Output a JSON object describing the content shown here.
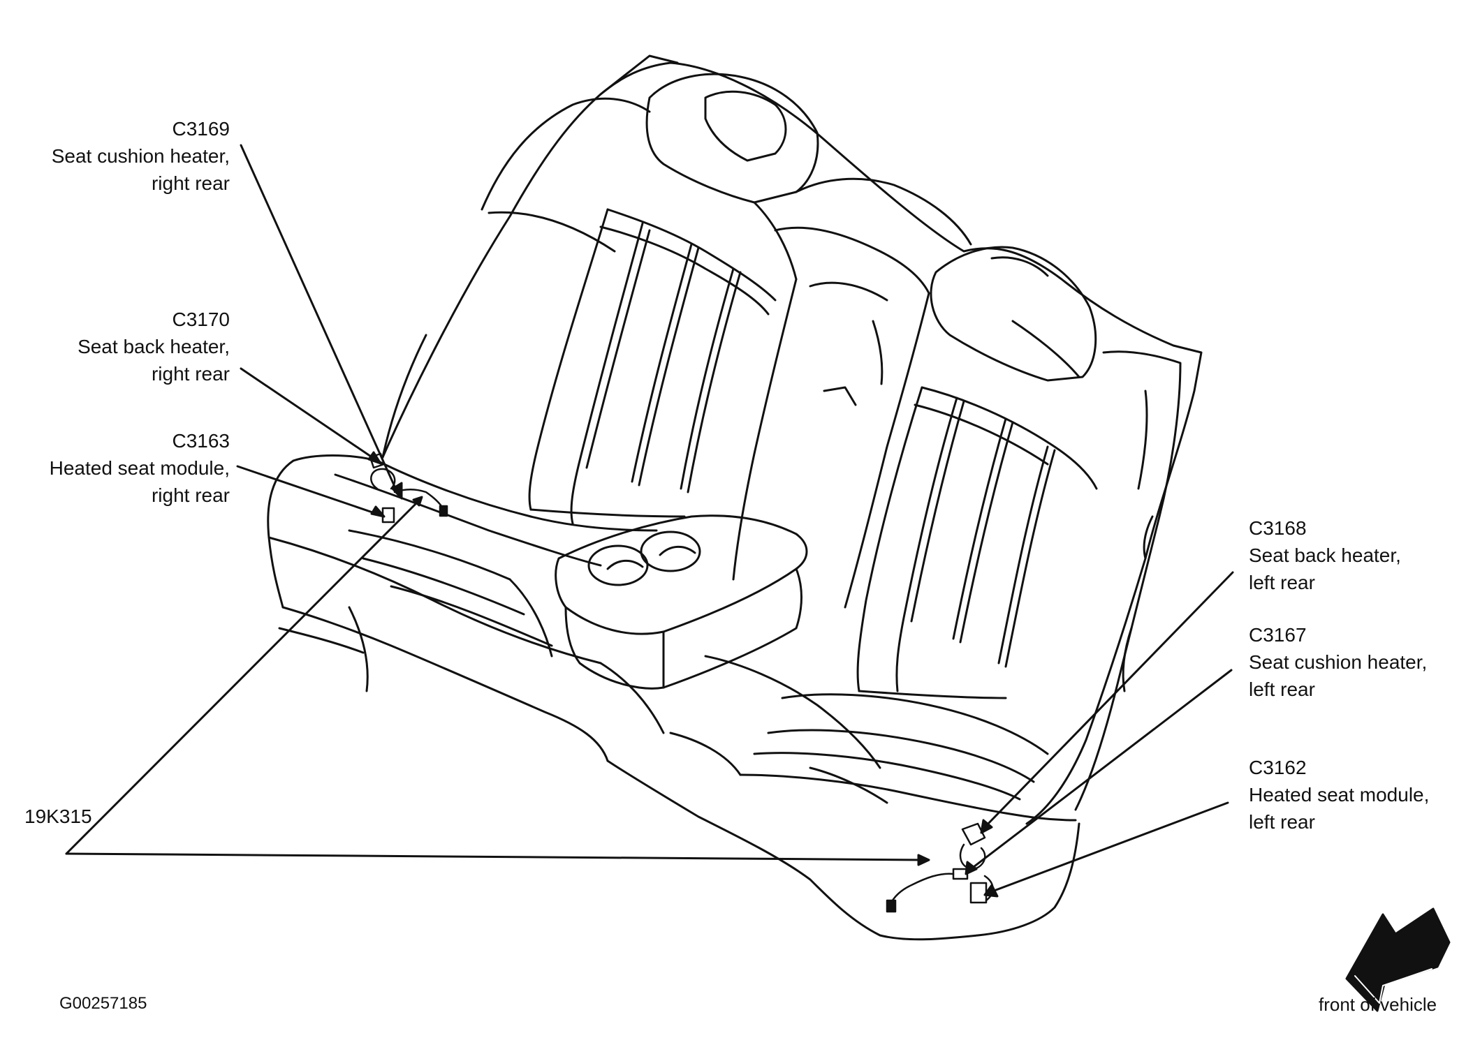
{
  "callouts": {
    "c3169": {
      "code": "C3169",
      "line1": "Seat cushion heater,",
      "line2": "right rear"
    },
    "c3170": {
      "code": "C3170",
      "line1": "Seat back heater,",
      "line2": "right rear"
    },
    "c3163": {
      "code": "C3163",
      "line1": "Heated seat module,",
      "line2": "right rear"
    },
    "c3168": {
      "code": "C3168",
      "line1": "Seat back heater,",
      "line2": "left rear"
    },
    "c3167": {
      "code": "C3167",
      "line1": "Seat cushion heater,",
      "line2": "left rear"
    },
    "c3162": {
      "code": "C3162",
      "line1": "Heated seat module,",
      "line2": "left rear"
    }
  },
  "harness_label": "19K315",
  "figure_id": "G00257185",
  "direction_label": "front of vehicle",
  "colors": {
    "ink": "#111111",
    "background": "#ffffff"
  }
}
